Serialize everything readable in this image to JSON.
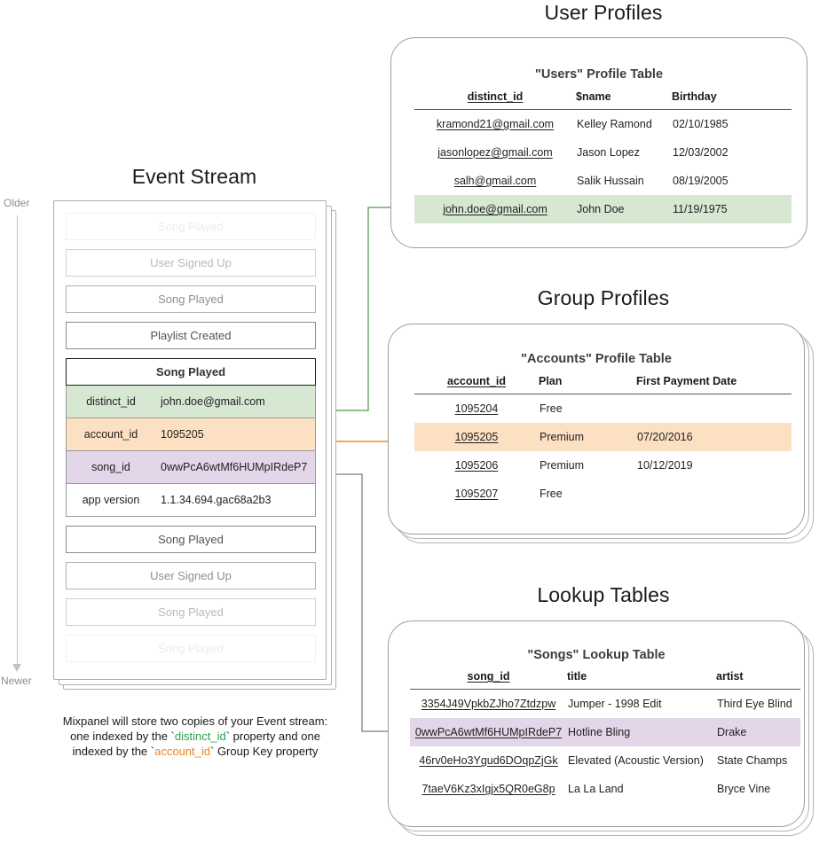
{
  "sections": {
    "event_stream_title": "Event Stream",
    "user_profiles_title": "User Profiles",
    "group_profiles_title": "Group Profiles",
    "lookup_tables_title": "Lookup Tables"
  },
  "timeline": {
    "older_label": "Older",
    "newer_label": "Newer"
  },
  "event_stream": {
    "events_above": [
      {
        "label": "Song Played"
      },
      {
        "label": "User Signed Up"
      },
      {
        "label": "Song Played"
      },
      {
        "label": "Playlist Created"
      }
    ],
    "expanded_event": {
      "name": "Song Played",
      "properties": [
        {
          "key": "distinct_id",
          "value": "john.doe@gmail.com",
          "highlight": "green"
        },
        {
          "key": "account_id",
          "value": "1095205",
          "highlight": "orange"
        },
        {
          "key": "song_id",
          "value": "0wwPcA6wtMf6HUMpIRdeP7",
          "highlight": "purple"
        },
        {
          "key": "app version",
          "value": "1.1.34.694.gac68a2b3",
          "highlight": "none"
        }
      ]
    },
    "events_below": [
      {
        "label": "Song Played"
      },
      {
        "label": "User Signed Up"
      },
      {
        "label": "Song Played"
      },
      {
        "label": "Song Played"
      }
    ]
  },
  "caption": {
    "line1": "Mixpanel will store two copies of your Event stream:",
    "line2_pre": "one indexed by the `",
    "line2_token": "distinct_id",
    "line2_post": "` property and one",
    "line3_pre": "indexed by the `",
    "line3_token": "account_id",
    "line3_post": "` Group Key property"
  },
  "users_table": {
    "title": "\"Users\" Profile Table",
    "columns": [
      "distinct_id",
      "$name",
      "Birthday"
    ],
    "rows": [
      {
        "distinct_id": "kramond21@gmail.com",
        "name": "Kelley Ramond",
        "birthday": "02/10/1985",
        "highlight": "none"
      },
      {
        "distinct_id": "jasonlopez@gmail.com",
        "name": "Jason Lopez",
        "birthday": "12/03/2002",
        "highlight": "none"
      },
      {
        "distinct_id": "salh@gmail.com",
        "name": "Salik Hussain",
        "birthday": "08/19/2005",
        "highlight": "none"
      },
      {
        "distinct_id": "john.doe@gmail.com",
        "name": "John Doe",
        "birthday": "11/19/1975",
        "highlight": "green"
      }
    ]
  },
  "accounts_table": {
    "title": "\"Accounts\" Profile Table",
    "columns": [
      "account_id",
      "Plan",
      "First Payment Date"
    ],
    "rows": [
      {
        "account_id": "1095204",
        "plan": "Free",
        "first_payment_date": "",
        "highlight": "none"
      },
      {
        "account_id": "1095205",
        "plan": "Premium",
        "first_payment_date": "07/20/2016",
        "highlight": "orange"
      },
      {
        "account_id": "1095206",
        "plan": "Premium",
        "first_payment_date": "10/12/2019",
        "highlight": "none"
      },
      {
        "account_id": "1095207",
        "plan": "Free",
        "first_payment_date": "",
        "highlight": "none"
      }
    ]
  },
  "songs_table": {
    "title": "\"Songs\" Lookup Table",
    "columns": [
      "song_id",
      "title",
      "artist"
    ],
    "rows": [
      {
        "song_id": "3354J49VpkbZJho7Ztdzpw",
        "title": "Jumper - 1998 Edit",
        "artist": "Third Eye Blind",
        "highlight": "none"
      },
      {
        "song_id": "0wwPcA6wtMf6HUMpIRdeP7",
        "title": "Hotline Bling",
        "artist": "Drake",
        "highlight": "purple"
      },
      {
        "song_id": "46rv0eHo3Ygud6DOqpZjGk",
        "title": "Elevated (Acoustic Version)",
        "artist": "State Champs",
        "highlight": "none"
      },
      {
        "song_id": "7taeV6Kz3xIgjx5QR0eG8p",
        "title": "La La Land",
        "artist": "Bryce Vine",
        "highlight": "none"
      }
    ]
  },
  "colors": {
    "green_highlight": "#d6e7d2",
    "orange_highlight": "#fce0c2",
    "purple_highlight": "#e3d6e8",
    "green_connector": "#6aaa64",
    "orange_connector": "#e8a33d",
    "purple_connector": "#9b8aa6",
    "card_border": "#9e9e9e"
  }
}
